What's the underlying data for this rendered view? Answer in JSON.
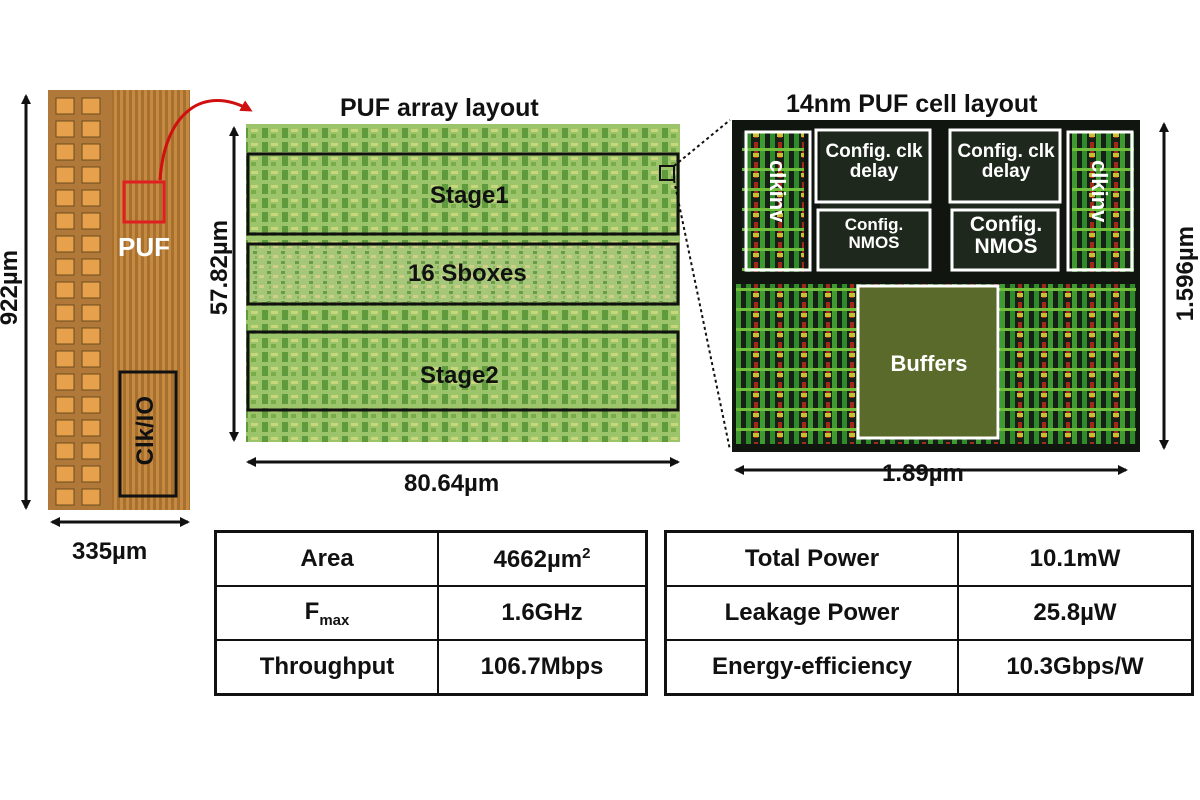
{
  "die": {
    "height_label": "922µm",
    "width_label": "335µm",
    "puf_label": "PUF",
    "clkio_label": "Clk/IO"
  },
  "array": {
    "title": "PUF array layout",
    "height_label": "57.82µm",
    "width_label": "80.64µm",
    "blocks": [
      "Stage1",
      "16 Sboxes",
      "Stage2"
    ]
  },
  "cell": {
    "title": "14nm PUF cell layout",
    "height_label": "1.596µm",
    "width_label": "1.89µm",
    "blocks": {
      "clkinv_left": "clkinv",
      "clkinv_right": "clkinv",
      "config_clk_delay_1": "Config. clk delay",
      "config_clk_delay_2": "Config. clk delay",
      "config_nmos_1": "Config. NMOS",
      "config_nmos_2": "Config. NMOS",
      "buffers": "Buffers"
    }
  },
  "specs_left": [
    {
      "label": "Area",
      "value_main": "4662µm",
      "value_sup": "2"
    },
    {
      "label_main": "F",
      "label_sub": "max",
      "value": "1.6GHz"
    },
    {
      "label": "Throughput",
      "value": "106.7Mbps"
    }
  ],
  "specs_right": [
    {
      "label": "Total Power",
      "value": "10.1mW"
    },
    {
      "label": "Leakage Power",
      "value": "25.8µW"
    },
    {
      "label": "Energy-efficiency",
      "value": "10.3Gbps/W"
    }
  ],
  "colors": {
    "die_bg": "#b0793a",
    "pad": "#e7a14d",
    "array_bg": "#98c062",
    "cell_bg": "#101510",
    "highlight_red": "#e02020"
  }
}
